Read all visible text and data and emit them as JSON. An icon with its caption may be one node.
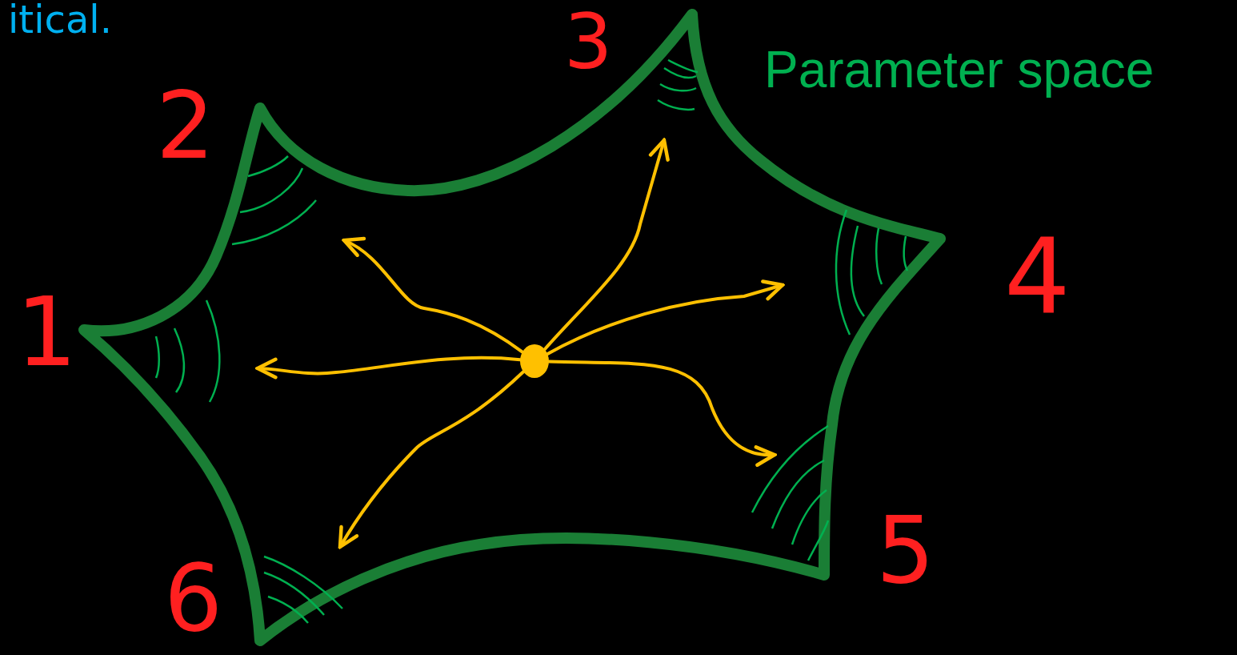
{
  "diagram": {
    "nodes": [
      {
        "text": [
          "Parameter space"
        ]
      },
      {
        "text": [],
        "shape": "circle",
        "in": 0
      }
    ],
    "edges": [
      {
        "from": 1,
        "to": null,
        "arrow": "to"
      },
      {
        "from": 1,
        "to": null,
        "arrow": "to"
      },
      {
        "from": 1,
        "to": null,
        "arrow": "to"
      },
      {
        "from": 1,
        "to": null,
        "arrow": "to"
      },
      {
        "from": 1,
        "to": null,
        "arrow": "to"
      },
      {
        "from": 1,
        "to": null,
        "arrow": "to"
      }
    ],
    "labels": [
      "itical.",
      "3",
      "2",
      "4",
      "1",
      "5",
      "6"
    ]
  }
}
